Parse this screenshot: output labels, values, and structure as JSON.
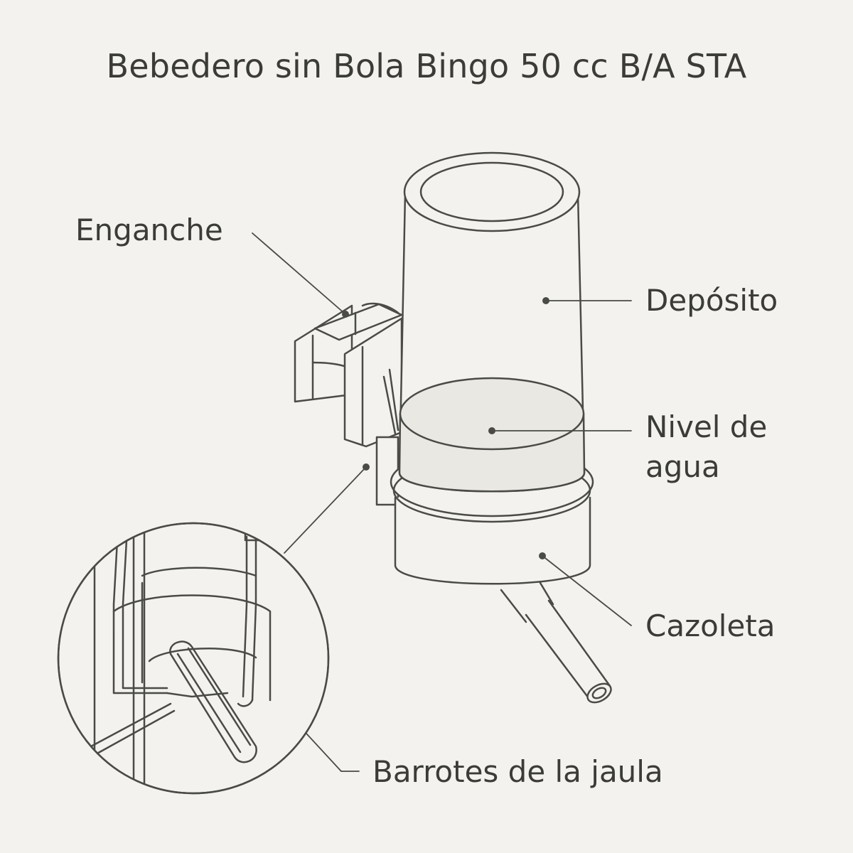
{
  "title": "Bebedero sin Bola Bingo 50 cc B/A STA",
  "labels": {
    "enganche": "Enganche",
    "deposito": "Depósito",
    "nivel_line1": "Nivel de",
    "nivel_line2": "agua",
    "cazoleta": "Cazoleta",
    "barrotes": "Barrotes de la jaula"
  },
  "colors": {
    "background": "#f3f2ee",
    "stroke": "#4a4a46",
    "text": "#3b3b37",
    "water": "#e9e8e3"
  }
}
